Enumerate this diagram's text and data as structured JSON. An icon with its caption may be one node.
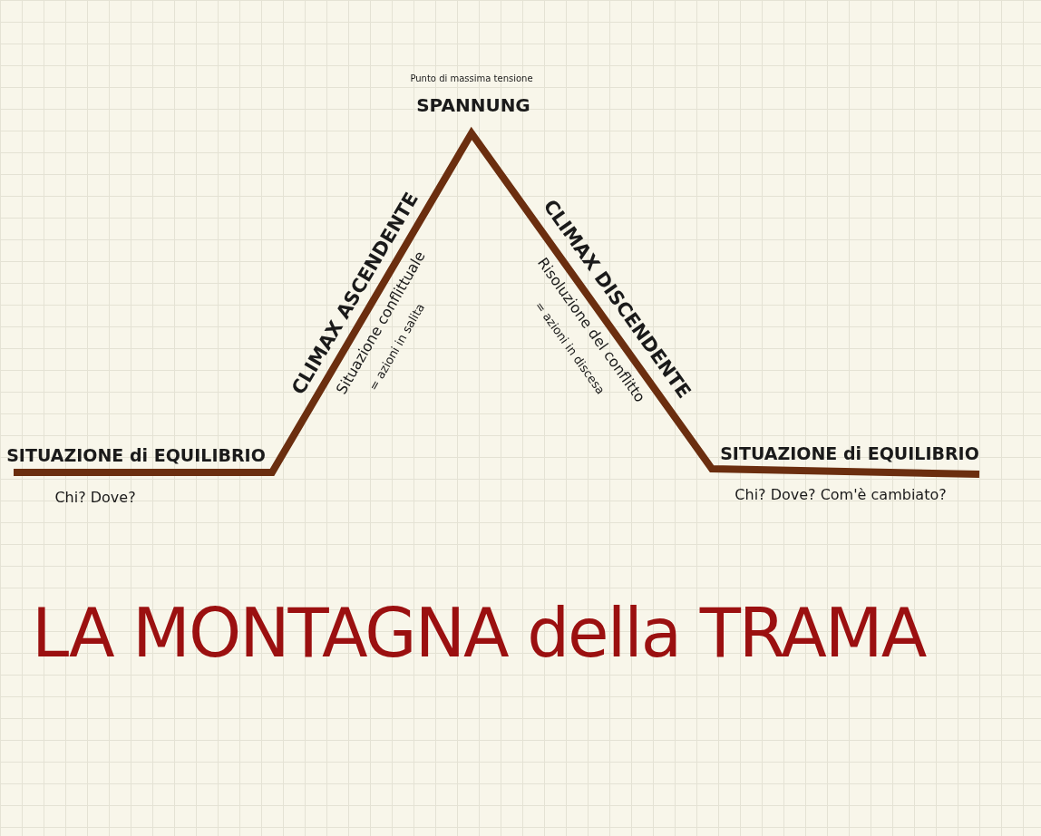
{
  "diagram": {
    "title": "LA MONTAGNA della TRAMA",
    "labels": [
      "Punto di massima tensione",
      "SPANNUNG",
      "CLIMAX ASCENDENTE",
      "Situazione conflittuale",
      "= azioni in salita",
      "CLIMAX DISCENDENTE",
      "Risoluzione del conflitto",
      "= azioni in discesa",
      "SITUAZIONE di EQUILIBRIO",
      "Chi? Dove?",
      "SITUAZIONE di EQUILIBRIO",
      "Chi? Dove? Com'è cambiato?"
    ]
  }
}
